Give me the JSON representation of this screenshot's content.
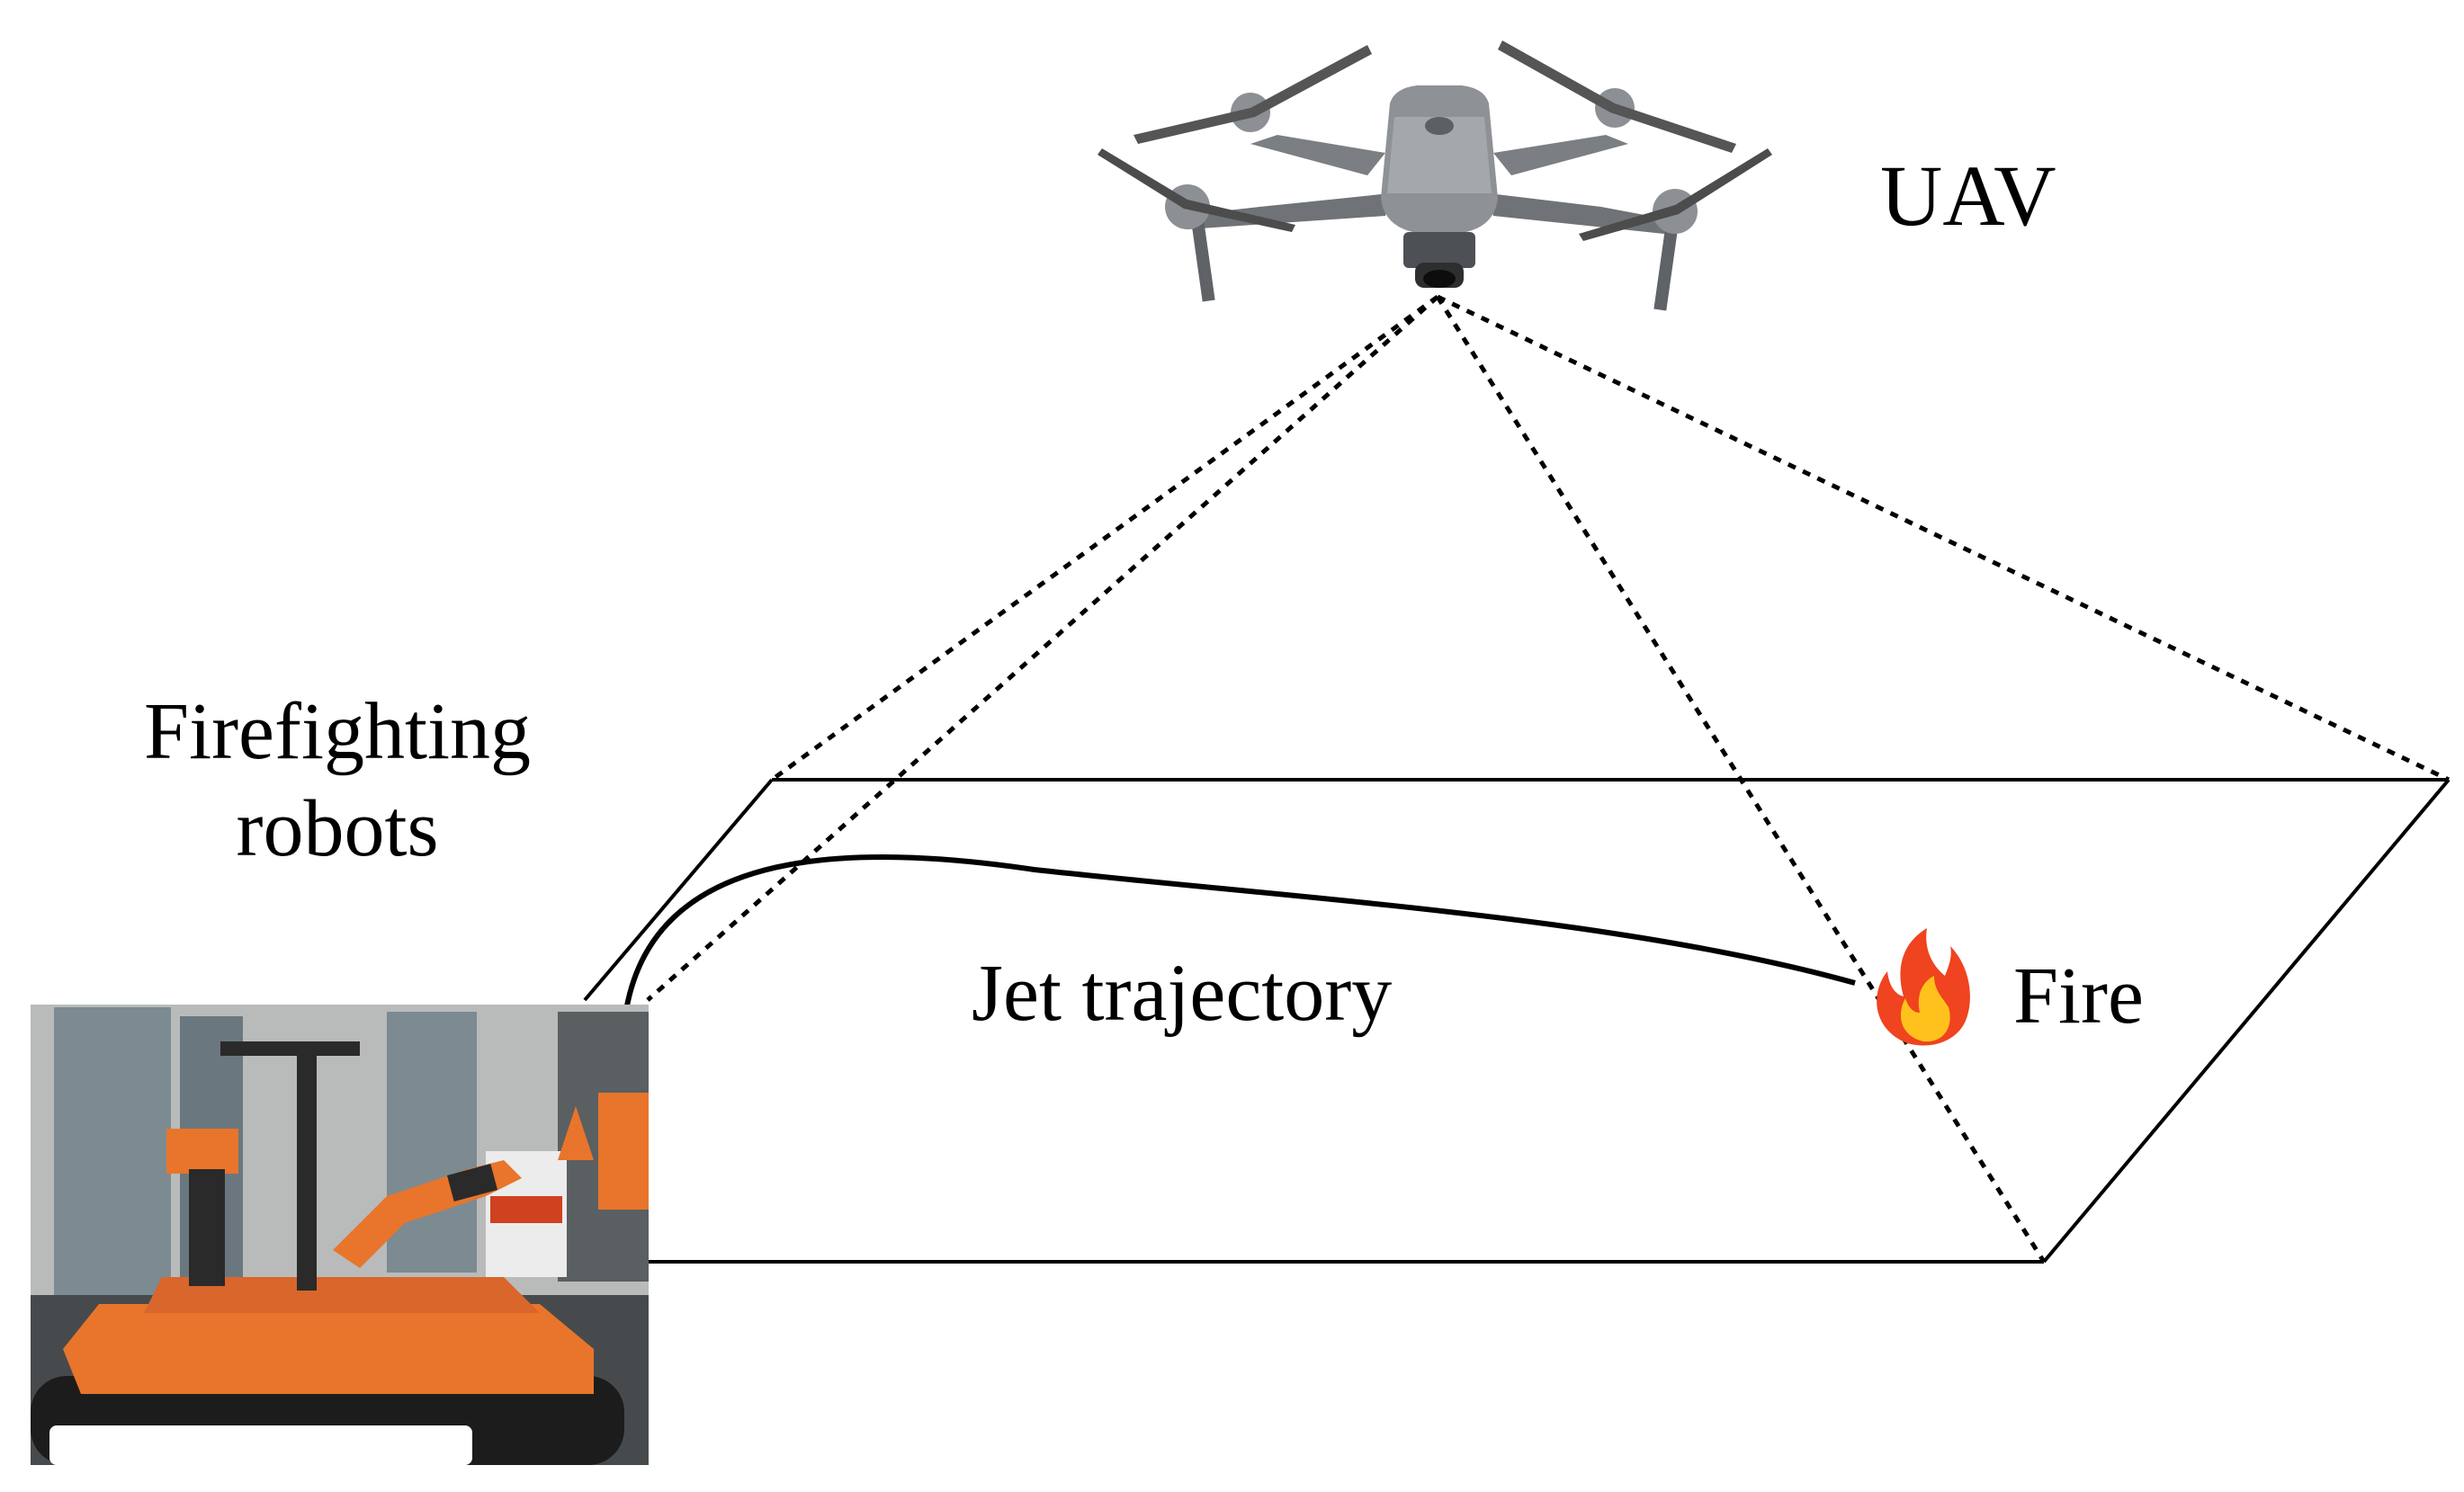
{
  "labels": {
    "uav": "UAV",
    "robot_line1": "Firefighting",
    "robot_line2": "robots",
    "jet": "Jet trajectory",
    "fire": "Fire"
  },
  "icons": {
    "drone": "drone-icon",
    "robot_photo": "firefighting-robot-photo",
    "fire": "flame-icon"
  },
  "colors": {
    "line": "#000000",
    "robot_orange": "#e8752b",
    "drone_gray": "#6f7276",
    "flame_outer": "#f0431f",
    "flame_inner": "#ffc21c"
  }
}
